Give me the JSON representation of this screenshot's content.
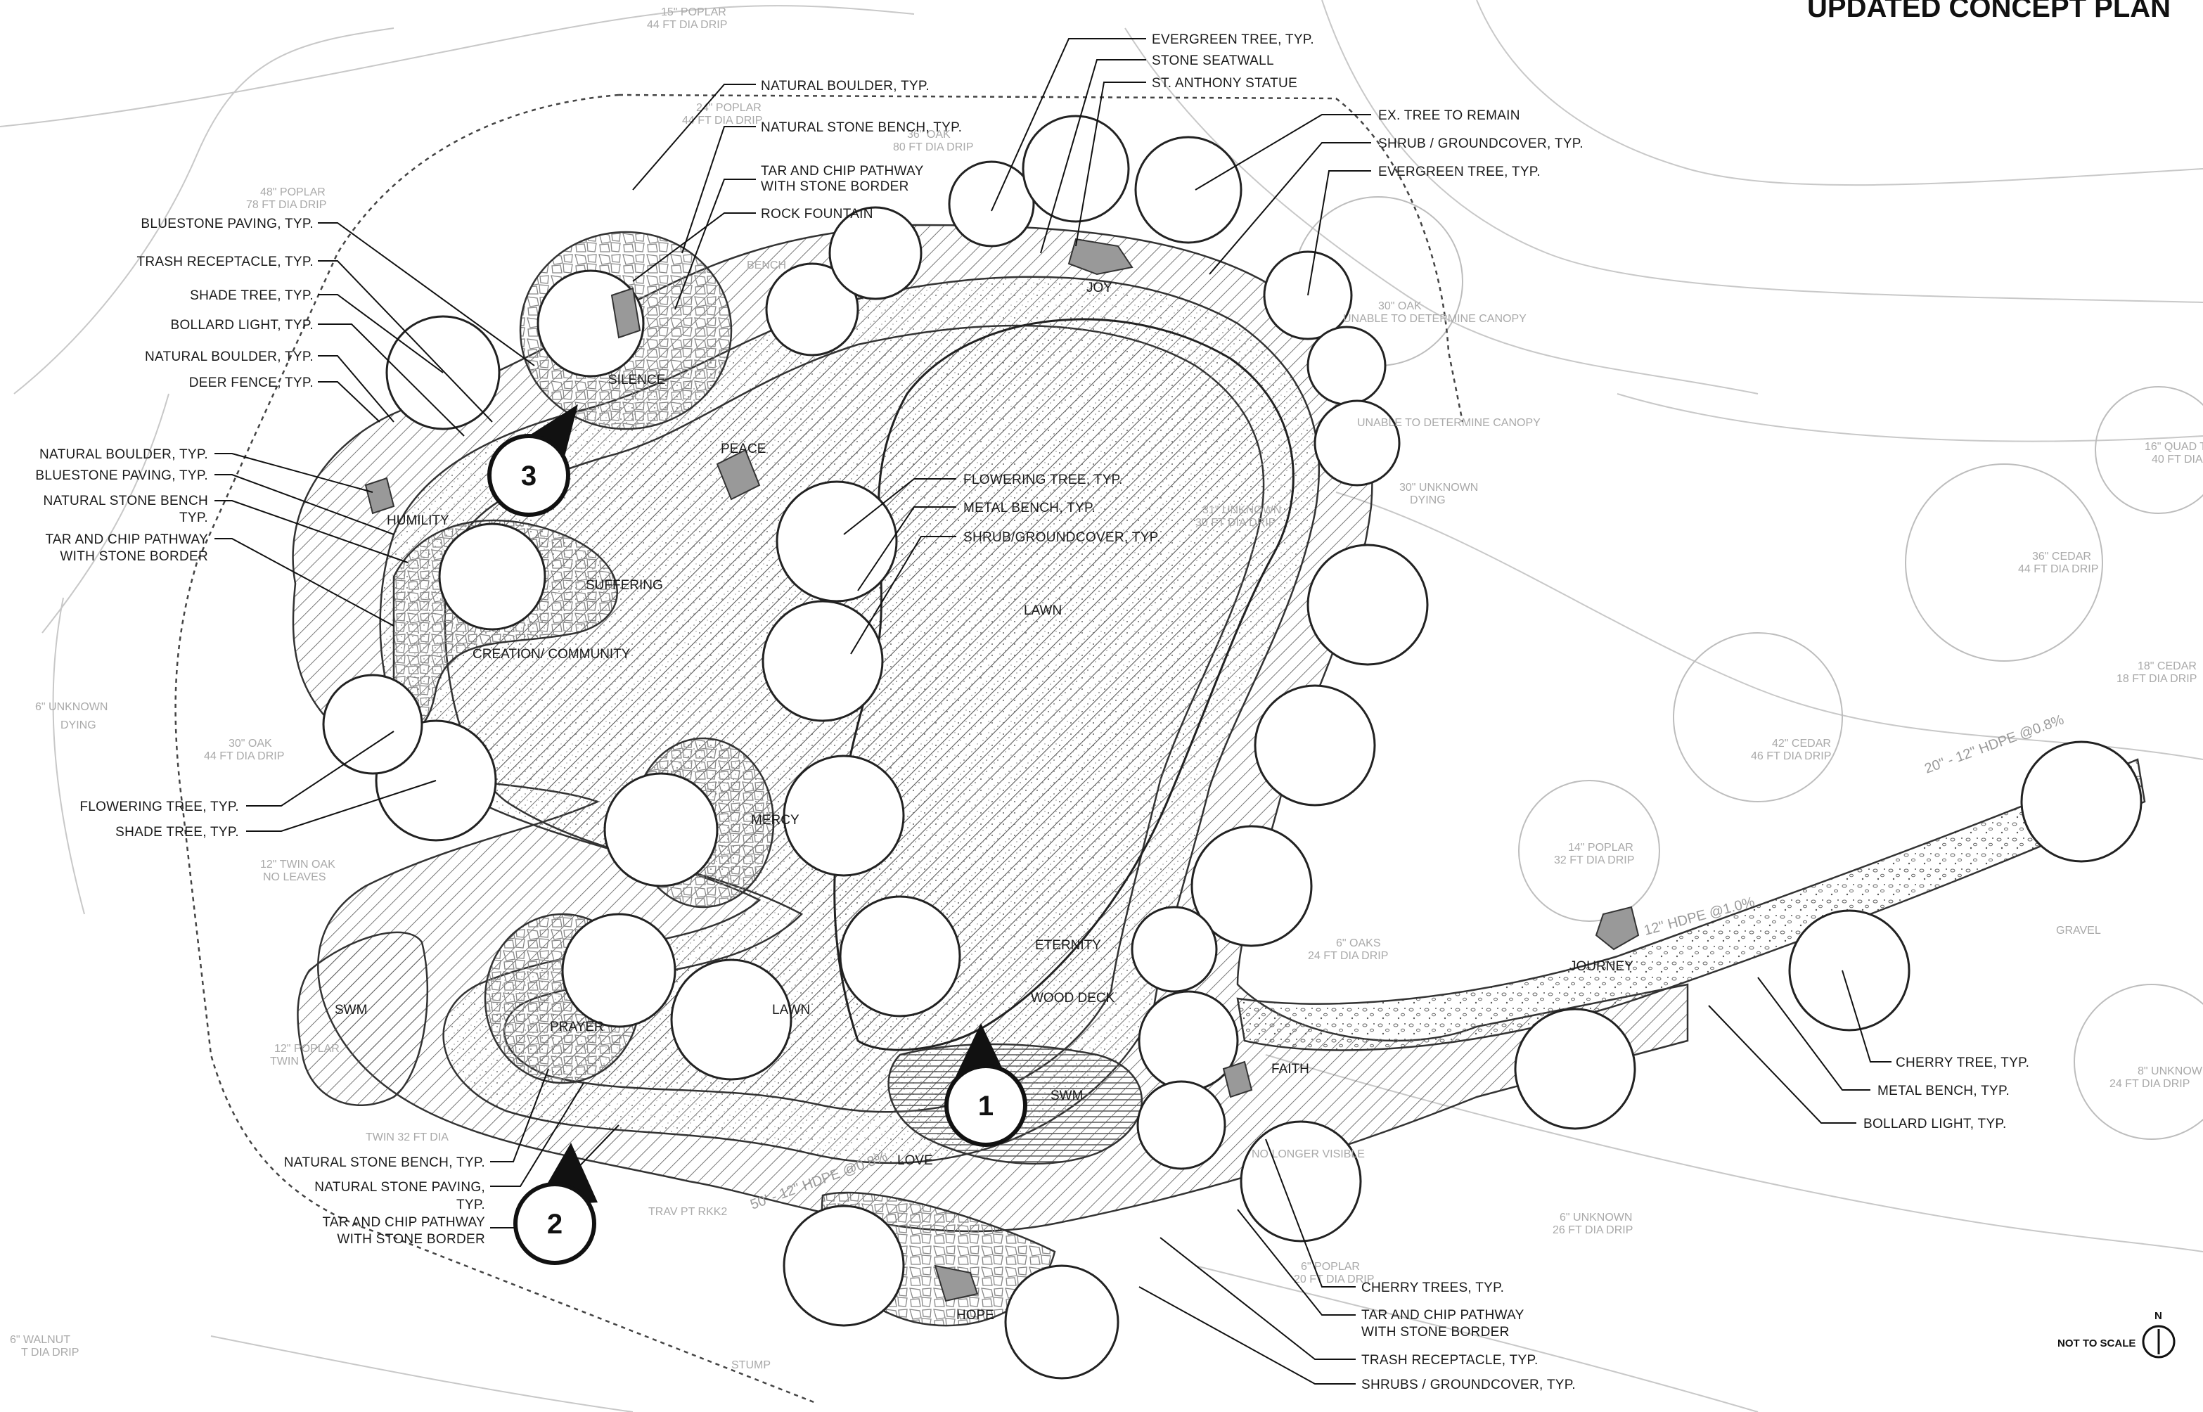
{
  "title": "UPDATED CONCEPT PLAN",
  "scale_note": "NOT TO SCALE",
  "north_label": "N",
  "callout_numbers": [
    "1",
    "2",
    "3"
  ],
  "areas": {
    "silence": "SILENCE",
    "peace": "PEACE",
    "joy": "JOY",
    "humility": "HUMILITY",
    "suffering": "SUFFERING",
    "creation": "CREATION/ COMMUNITY",
    "lawn_main": "LAWN",
    "mercy": "MERCY",
    "eternity": "ETERNITY",
    "wood_deck": "WOOD DECK",
    "prayer": "PRAYER",
    "lawn_small": "LAWN",
    "swm_left": "SWM",
    "swm_center": "SWM",
    "love": "LOVE",
    "faith": "FAITH",
    "hope": "HOPE",
    "journey": "JOURNEY"
  },
  "labels_top_right": [
    "EVERGREEN TREE, TYP.",
    "STONE SEATWALL",
    "ST. ANTHONY STATUE",
    "EX. TREE TO REMAIN",
    "SHRUB / GROUNDCOVER, TYP.",
    "EVERGREEN TREE, TYP."
  ],
  "labels_top_center": [
    "NATURAL BOULDER, TYP.",
    "NATURAL STONE BENCH, TYP.",
    "TAR AND CHIP PATHWAY",
    "WITH STONE BORDER",
    "ROCK FOUNTAIN"
  ],
  "labels_left_upper": [
    "BLUESTONE PAVING, TYP.",
    "TRASH RECEPTACLE, TYP.",
    "SHADE TREE, TYP.",
    "BOLLARD LIGHT, TYP.",
    "NATURAL BOULDER, TYP.",
    "DEER FENCE, TYP."
  ],
  "labels_left_mid": [
    "NATURAL BOULDER, TYP.",
    "BLUESTONE PAVING, TYP.",
    "NATURAL STONE BENCH",
    "TYP.",
    "TAR AND CHIP PATHWAY",
    "WITH STONE BORDER"
  ],
  "labels_left_lower": [
    "FLOWERING TREE, TYP.",
    "SHADE TREE, TYP."
  ],
  "labels_center": [
    "FLOWERING TREE, TYP.",
    "METAL BENCH, TYP.",
    "SHRUB/GROUNDCOVER, TYP."
  ],
  "labels_bottom_left": [
    "NATURAL STONE BENCH, TYP.",
    "NATURAL STONE PAVING,",
    "TYP.",
    "TAR AND CHIP PATHWAY",
    "WITH STONE BORDER"
  ],
  "labels_bottom_right": [
    "CHERRY TREES, TYP.",
    "TAR AND CHIP PATHWAY",
    "WITH STONE BORDER",
    "TRASH RECEPTACLE, TYP.",
    "SHRUBS / GROUNDCOVER, TYP."
  ],
  "labels_far_right": [
    "CHERRY TREE, TYP.",
    "METAL BENCH, TYP.",
    "BOLLARD LIGHT, TYP."
  ],
  "survey_notes": [
    "15\" POPLAR",
    "44 FT DIA DRIP",
    "48\" POPLAR",
    "78 FT DIA DRIP",
    "24\" POPLAR",
    "44 FT DIA DRIP",
    "36\" OAK",
    "80 FT DIA DRIP",
    "30\" OAK",
    "UNABLE TO DETERMINE CANOPY",
    "UNABLE TO DETERMINE CANOPY",
    "30\" UNKNOWN",
    "DYING",
    "16\" QUAD T",
    "40 FT DIA",
    "36\" CEDAR",
    "44 FT DIA DRIP",
    "18\" CEDAR",
    "18 FT DIA DRIP",
    "42\" CEDAR",
    "46 FT DIA DRIP",
    "6\" UNKNOWN",
    "DYING",
    "30\" OAK",
    "44 FT DIA DRIP",
    "12\" TWIN OAK",
    "NO LEAVES",
    "14\" POPLAR",
    "32 FT DIA DRIP",
    "6\" OAKS",
    "24 FT DIA DRIP",
    "8\" UNKNOWN",
    "24 FT DIA DRIP",
    "12\" POPLAR",
    "TWIN",
    "TWIN 32 FT DIA",
    "TRAV PT RKK2",
    "6\" UNKNOWN",
    "26 FT DIA DRIP",
    "6\" POPLAR",
    "20 FT DIA DRIP",
    "6\" WALNUT",
    "T DIA DRIP",
    "STUMP",
    "GRAVEL",
    "31\" UNKNOWN",
    "30 FT DIA DRIP",
    "NO LONGER VISIBLE",
    "BENCH"
  ],
  "pipe_labels": [
    "20\" - 12\" HDPE @0.8%",
    "12\" HDPE @1.0%",
    "50' - 12\" HDPE @0.8%"
  ]
}
